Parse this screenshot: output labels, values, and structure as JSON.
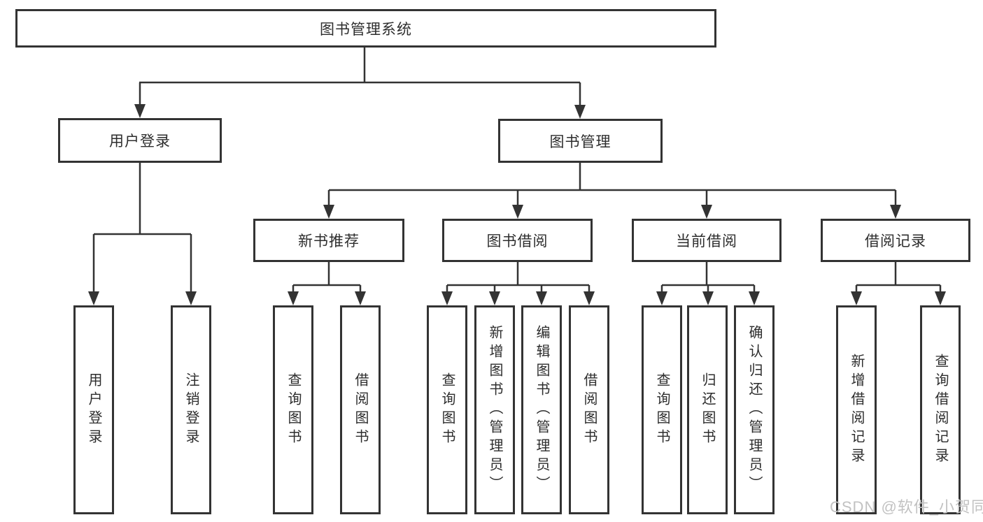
{
  "diagram": {
    "root": {
      "label": "图书管理系统"
    },
    "level2": [
      {
        "label": "用户登录"
      },
      {
        "label": "图书管理"
      }
    ],
    "level3": [
      {
        "label": "新书推荐",
        "parent": "图书管理"
      },
      {
        "label": "图书借阅",
        "parent": "图书管理"
      },
      {
        "label": "当前借阅",
        "parent": "图书管理"
      },
      {
        "label": "借阅记录",
        "parent": "图书管理"
      }
    ],
    "leaves": [
      {
        "label": "用户登录",
        "parent": "用户登录"
      },
      {
        "label": "注销登录",
        "parent": "用户登录"
      },
      {
        "label": "查询图书",
        "parent": "新书推荐"
      },
      {
        "label": "借阅图书",
        "parent": "新书推荐"
      },
      {
        "label": "查询图书",
        "parent": "图书借阅"
      },
      {
        "label": "新增图书（管理员）",
        "parent": "图书借阅"
      },
      {
        "label": "编辑图书（管理员）",
        "parent": "图书借阅"
      },
      {
        "label": "借阅图书",
        "parent": "图书借阅"
      },
      {
        "label": "查询图书",
        "parent": "当前借阅"
      },
      {
        "label": "归还图书",
        "parent": "当前借阅"
      },
      {
        "label": "确认归还（管理员）",
        "parent": "当前借阅"
      },
      {
        "label": "新增借阅记录",
        "parent": "借阅记录"
      },
      {
        "label": "查询借阅记录",
        "parent": "借阅记录"
      }
    ]
  },
  "watermark": {
    "text": "CSDN @软件_小贺同学"
  },
  "colors": {
    "line": "#333333",
    "box_border": "#333333",
    "box_fill": "#ffffff",
    "text": "#2d2d2d",
    "watermark_text": "#c2c2c2",
    "background": "#ffffff"
  }
}
